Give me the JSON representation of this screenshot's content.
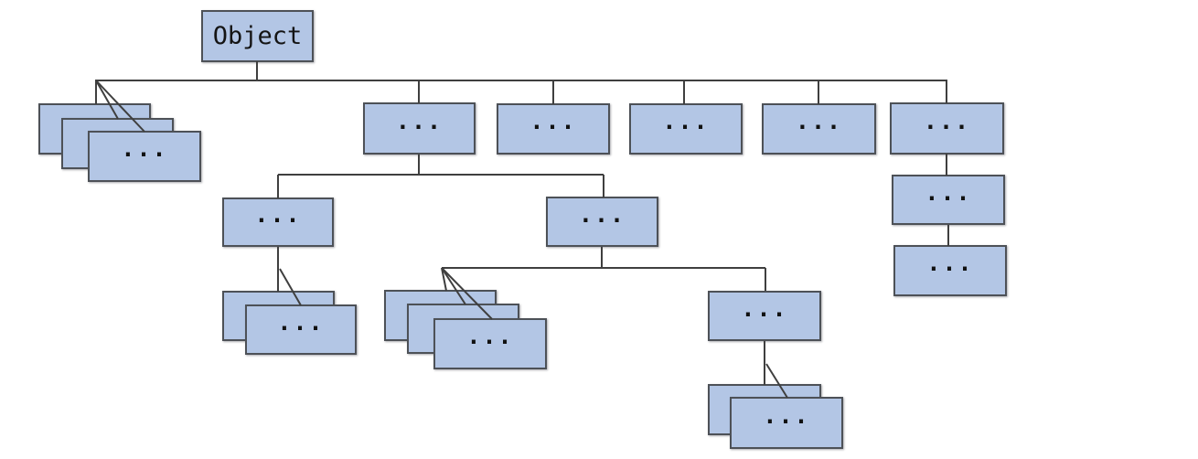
{
  "diagram": {
    "type": "tree",
    "description": "Class hierarchy tree rooted at Object; all descendant classes are elided with ellipsis boxes, some shown as stacked groups of boxes",
    "colors": {
      "box_fill": "#b3c6e5",
      "box_border": "#4d5157",
      "connector": "#3f3f3f",
      "text": "#141414",
      "background": "#ffffff"
    },
    "nodes": [
      {
        "id": "root",
        "label": "Object"
      },
      {
        "id": "level1-stack-front",
        "label": "..."
      },
      {
        "id": "level1-node-2",
        "label": "..."
      },
      {
        "id": "level1-node-3",
        "label": "..."
      },
      {
        "id": "level1-node-4",
        "label": "..."
      },
      {
        "id": "level1-node-5",
        "label": "..."
      },
      {
        "id": "level1-node-6",
        "label": "..."
      },
      {
        "id": "level2-node-left",
        "label": "..."
      },
      {
        "id": "level2-node-right",
        "label": "..."
      },
      {
        "id": "right-chain-node-1",
        "label": "..."
      },
      {
        "id": "right-chain-node-2",
        "label": "..."
      },
      {
        "id": "level3-stack-left-front",
        "label": "..."
      },
      {
        "id": "level3-stack-mid-front",
        "label": "..."
      },
      {
        "id": "level3-node-right",
        "label": "..."
      },
      {
        "id": "level4-stack-front",
        "label": "..."
      }
    ]
  }
}
